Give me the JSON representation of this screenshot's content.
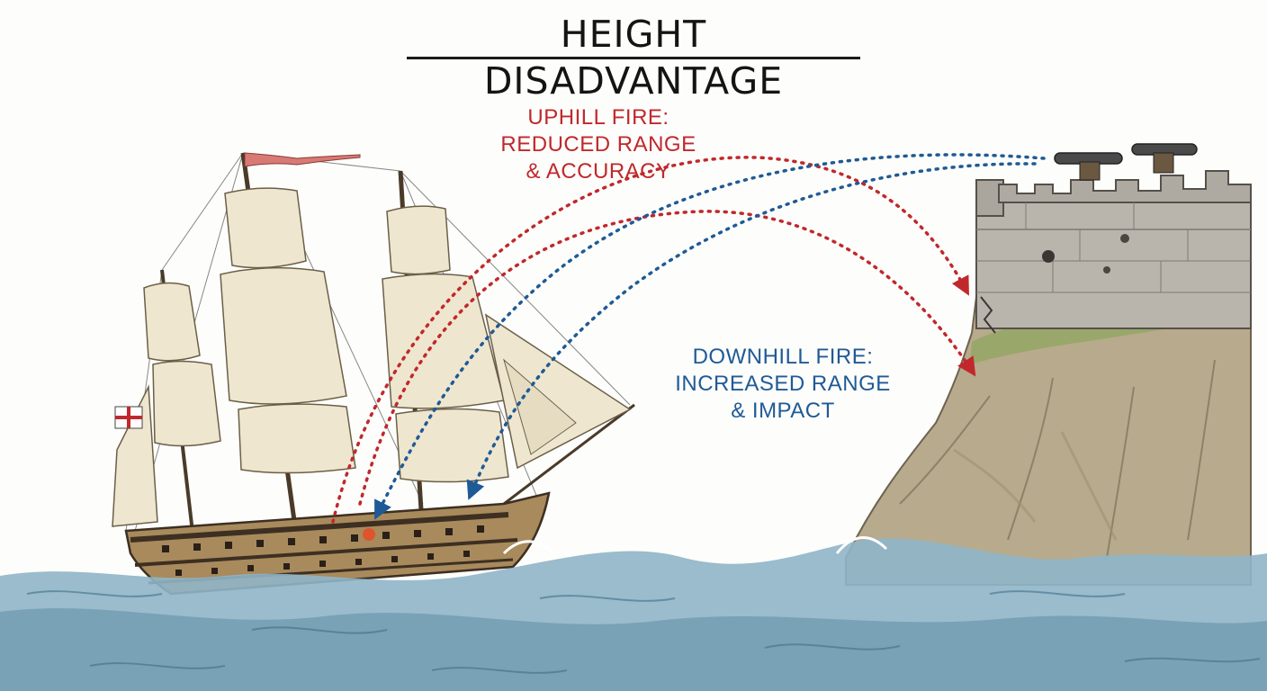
{
  "title": "HEIGHT DISADVANTAGE",
  "uphill": {
    "lines": [
      "UPHILL FIRE:",
      "REDUCED RANGE",
      "& ACCURACY"
    ],
    "color": "#c0282c"
  },
  "downhill": {
    "lines": [
      "DOWNHILL FIRE:",
      "INCREASED RANGE",
      "& IMPACT"
    ],
    "color": "#1f5a96"
  },
  "colors": {
    "sea": "#8fb5c8",
    "sea_dark": "#4f7f98",
    "cliff": "#b8aa8c",
    "cliff_moss": "#8fa660",
    "fort": "#b9b5ac",
    "hull": "#a88a5c",
    "hull_dark": "#3d2f22",
    "sail": "#efe6cf"
  },
  "icons": [
    "ship-icon",
    "fortress-icon",
    "cannon-icon",
    "flag-icon"
  ]
}
